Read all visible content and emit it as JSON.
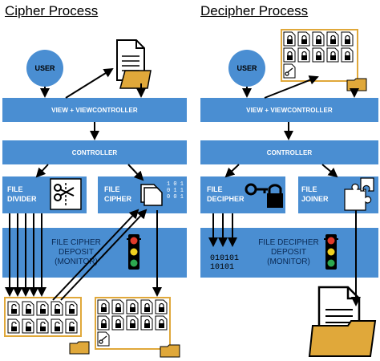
{
  "left": {
    "title": "Cipher Process",
    "user": "USER",
    "view": "VIEW + VIEWCONTROLLER",
    "controller": "CONTROLLER",
    "divider": [
      "FILE",
      "DIVIDER"
    ],
    "cipher": [
      "FILE",
      "CIPHER"
    ],
    "monitor": [
      "FILE CIPHER",
      "DEPOSIT",
      "(MONITOR)"
    ],
    "bits": "1 0 1\n0 1 1\n0 0 1"
  },
  "right": {
    "title": "Decipher Process",
    "user": "USER",
    "view": "VIEW + VIEWCONTROLLER",
    "controller": "CONTROLLER",
    "decipher": [
      "FILE",
      "DECIPHER"
    ],
    "joiner": [
      "FILE",
      "JOINER"
    ],
    "monitor": [
      "FILE DECIPHER",
      "DEPOSIT",
      "(MONITOR)"
    ],
    "bits": [
      "010101",
      "10101"
    ]
  },
  "colors": {
    "block": "#4a8ed2",
    "folder": "#e0a83a",
    "arrow": "#000000"
  },
  "icons": [
    "user-icon",
    "document-icon",
    "folder-icon",
    "scissors-icon",
    "puzzle-icon",
    "key-icon",
    "padlock-icon",
    "traffic-light-icon"
  ]
}
